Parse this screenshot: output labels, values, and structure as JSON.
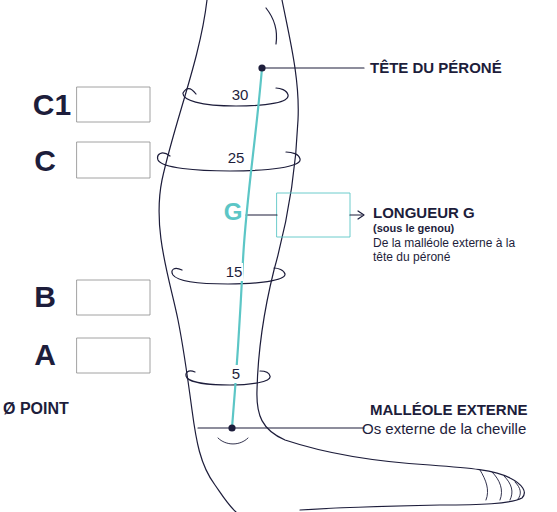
{
  "diagram": {
    "labels": [
      "TÊTE DU PÉRONÉ",
      "C1",
      "C",
      "30",
      "25",
      "G",
      "LONGUEUR G",
      "(sous le genou)",
      "De la malléole externe à la tête du péroné",
      "B",
      "15",
      "A",
      "5",
      "MALLÉOLE EXTERNE",
      "Os externe de la cheville",
      "Ø POINT"
    ]
  }
}
